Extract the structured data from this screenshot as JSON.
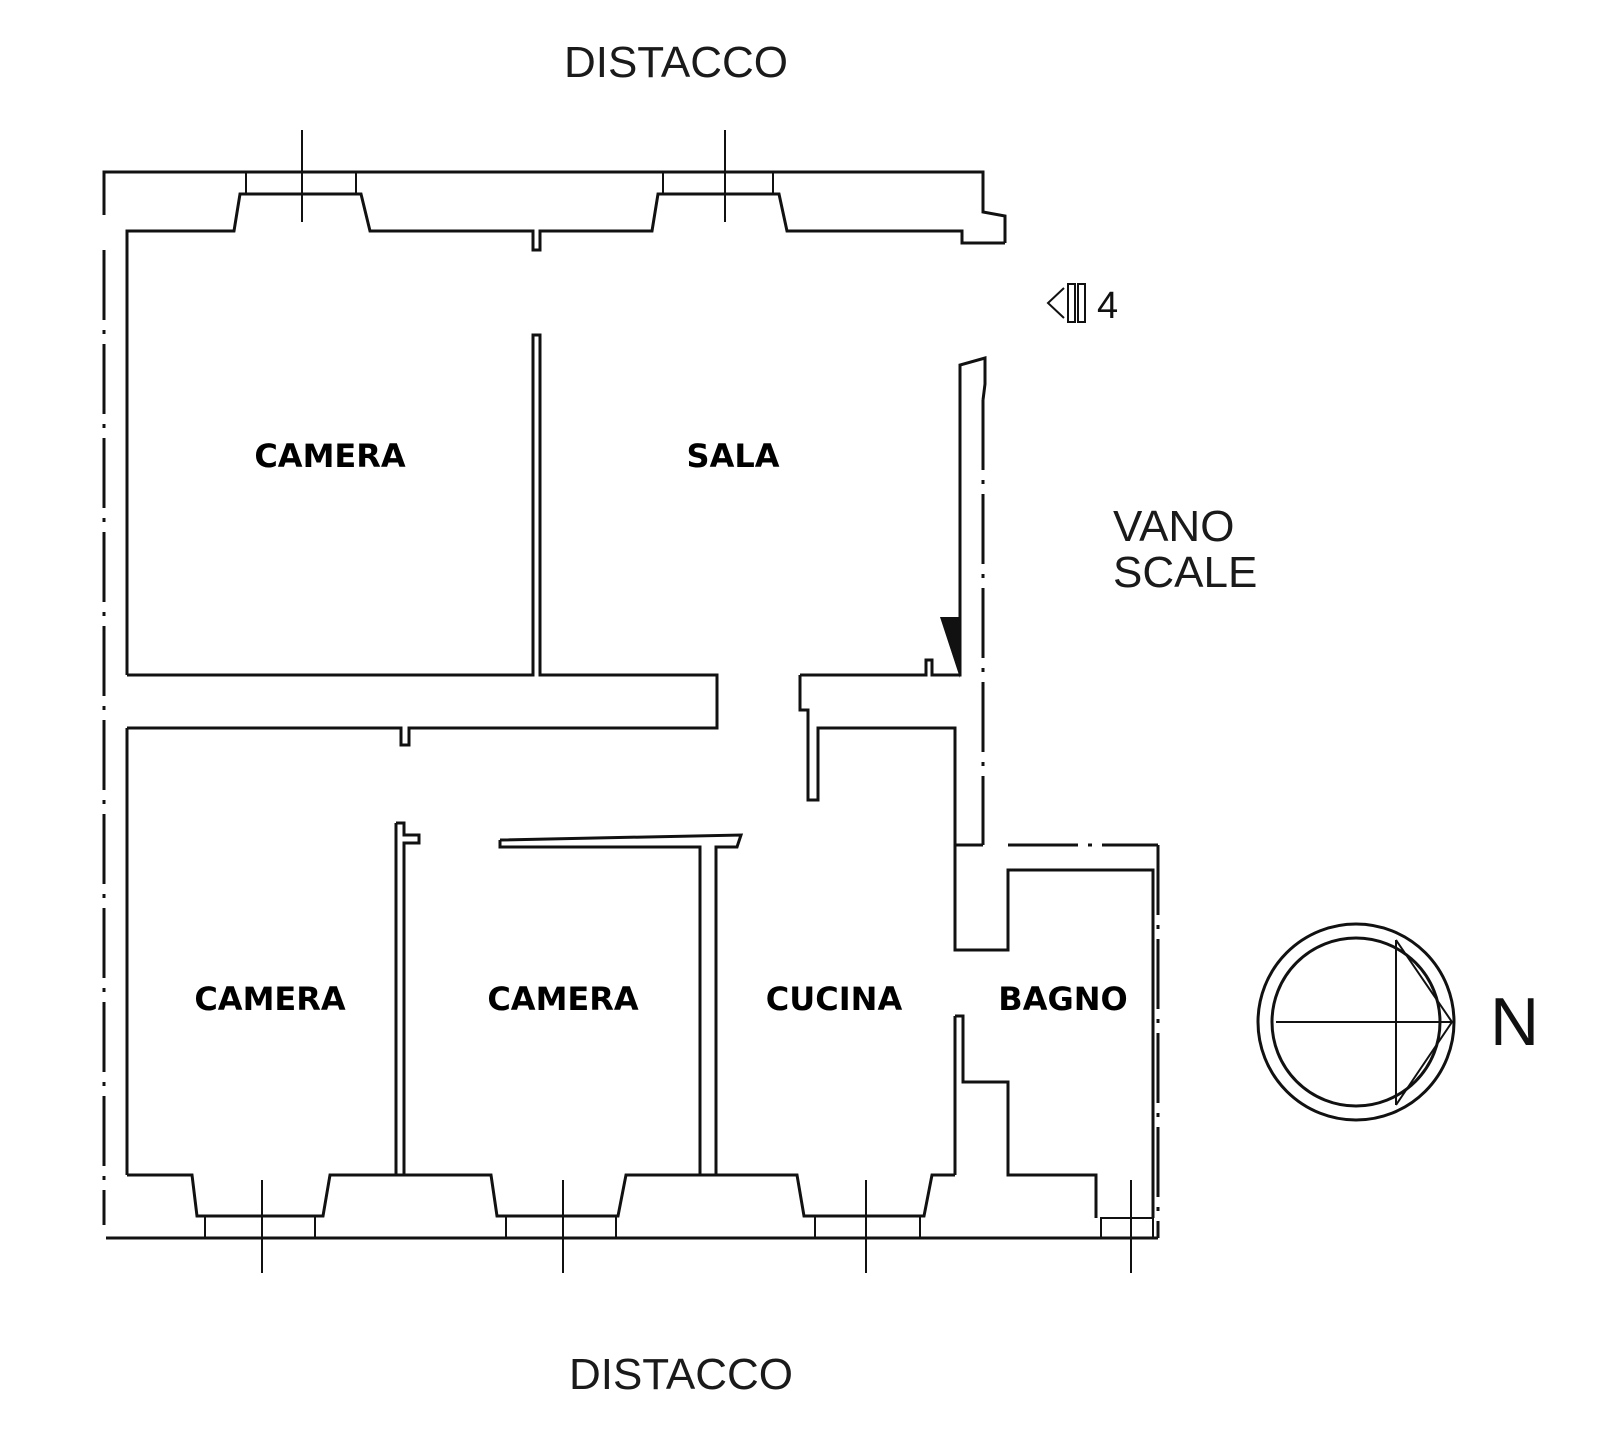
{
  "labels": {
    "top_edge": "DISTACCO",
    "bottom_edge": "DISTACCO",
    "stairwell_line1": "VANO",
    "stairwell_line2": "SCALE",
    "level_number": "4",
    "north": "N"
  },
  "rooms": [
    {
      "id": "camera-top-left",
      "label": "CAMERA"
    },
    {
      "id": "sala",
      "label": "SALA"
    },
    {
      "id": "camera-bottom-left",
      "label": "CAMERA"
    },
    {
      "id": "camera-bottom-middle",
      "label": "CAMERA"
    },
    {
      "id": "cucina",
      "label": "CUCINA"
    },
    {
      "id": "bagno",
      "label": "BAGNO"
    }
  ],
  "icons": {
    "compass": "north-compass-icon",
    "level_marker": "level-arrow-icon",
    "radiator": "radiator-icon"
  },
  "colors": {
    "ink": "#111111",
    "background": "#ffffff"
  }
}
